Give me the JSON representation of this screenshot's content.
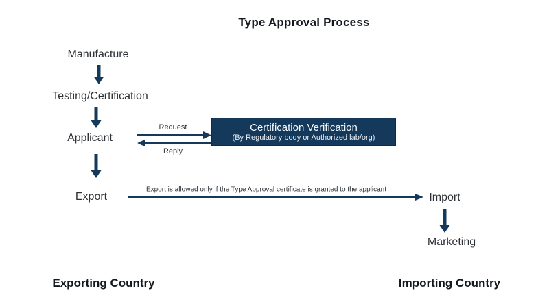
{
  "title": "Type Approval Process",
  "colors": {
    "navy": "#14395B",
    "navy_dark": "#0e2a44",
    "ink": "#14191f",
    "node_text": "#2e3237"
  },
  "nodes": {
    "manufacture": "Manufacture",
    "testing": "Testing/Certification",
    "applicant": "Applicant",
    "export": "Export",
    "import": "Import",
    "marketing": "Marketing"
  },
  "verification_box": {
    "title": "Certification Verification",
    "subtitle": "(By Regulatory body or Authorized lab/org)"
  },
  "arrow_labels": {
    "request": "Request",
    "reply": "Reply",
    "export_condition": "Export is allowed only if the Type Approval certificate is granted to the applicant"
  },
  "footer": {
    "exporting": "Exporting Country",
    "importing": "Importing Country"
  }
}
